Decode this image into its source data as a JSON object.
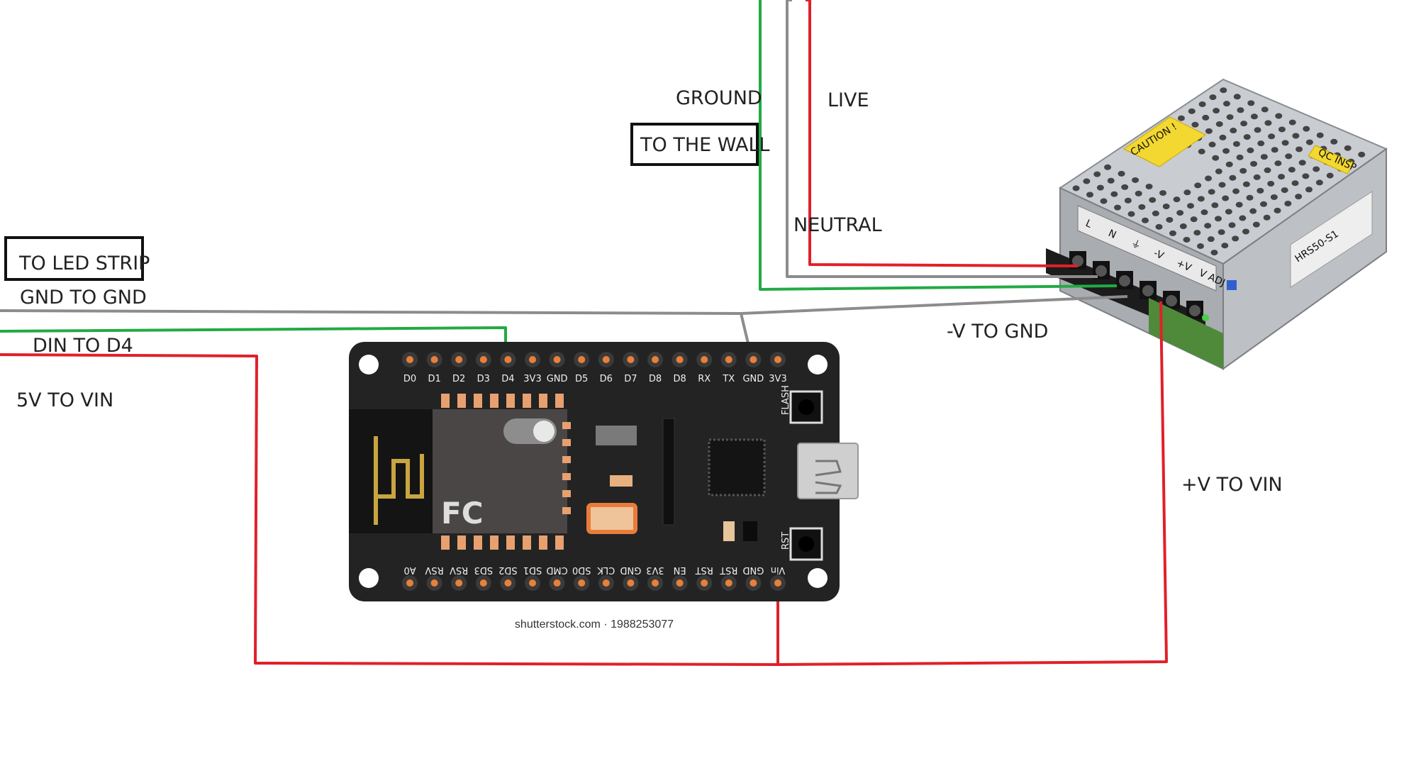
{
  "labels": {
    "ground": "GROUND",
    "live": "LIVE",
    "to_the_wall": "TO THE WALL",
    "neutral": "NEUTRAL",
    "to_led_strip": "TO LED STRIP",
    "gnd_to_gnd": "GND TO GND",
    "din_to_d4": "DIN TO D4",
    "five_v_to_vin": "5V TO VIN",
    "minus_v_to_gnd": "-V TO GND",
    "plus_v_to_vin": "+V TO VIN"
  },
  "board": {
    "top_pins": [
      "D0",
      "D1",
      "D2",
      "D3",
      "D4",
      "3V3",
      "GND",
      "D5",
      "D6",
      "D7",
      "D8",
      "D8",
      "RX",
      "TX",
      "GND",
      "3V3"
    ],
    "bottom_pins": [
      "A0",
      "RSV",
      "RSV",
      "SD3",
      "SD2",
      "SD1",
      "CMD",
      "SD0",
      "CLK",
      "GND",
      "3V3",
      "EN",
      "RST",
      "RST",
      "GND",
      "Vin"
    ],
    "flash_label": "FLASH",
    "rst_label": "RST",
    "fc_mark": "FC",
    "watermark": "shutterstock.com · 1988253077"
  },
  "psu": {
    "terminal_labels": [
      "L",
      "N",
      "⏚",
      "-V",
      "+V",
      "V ADJ"
    ],
    "caution": "CAUTION !",
    "qc": "QC INSP",
    "model": "HRS50-S1"
  },
  "colors": {
    "ground_wire": "#22aa44",
    "neutral_wire": "#8c8c8c",
    "live_wire": "#e0202a",
    "board": "#222222",
    "pin": "#e8803a"
  }
}
